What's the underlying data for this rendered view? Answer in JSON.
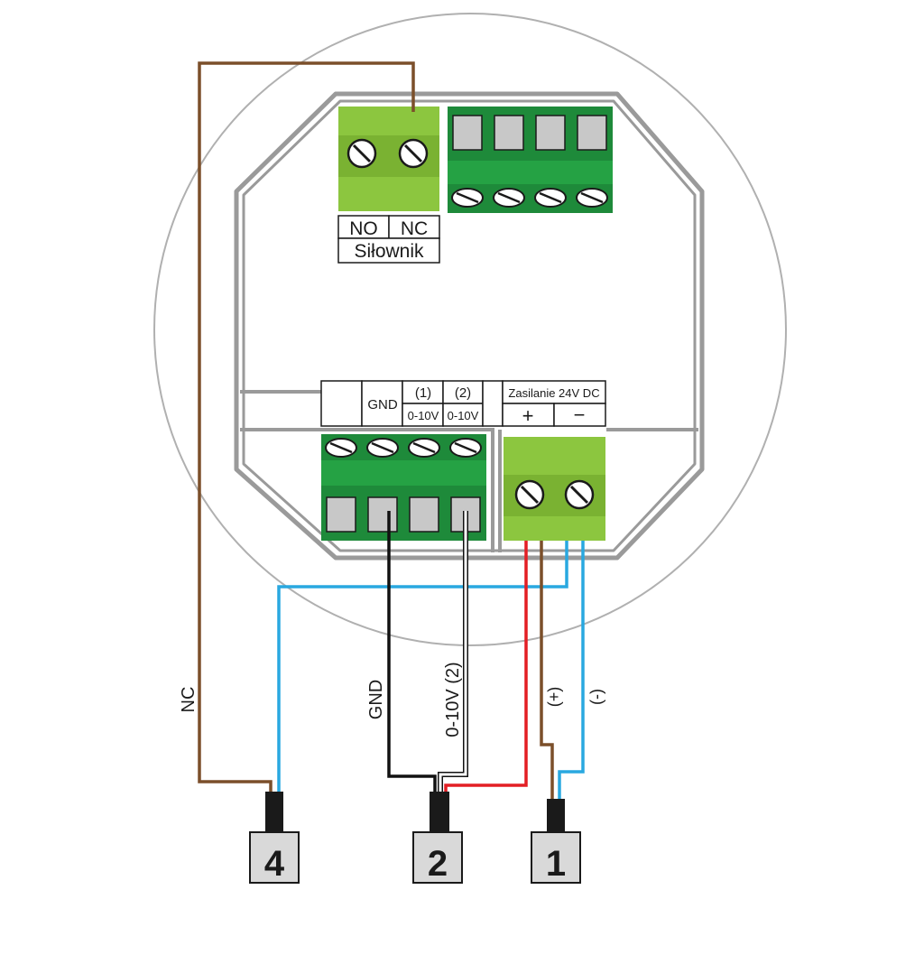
{
  "colors": {
    "dark_green": "#1e8a3a",
    "light_green": "#8cc63f",
    "wire_brown": "#7b4f2a",
    "wire_blue": "#29a8e0",
    "wire_red": "#e31e24",
    "wire_black": "#111111",
    "housing_gray": "#9a9a9a",
    "plate_circle": "#b0b0b0",
    "terminal_fill": "#c8c8c8"
  },
  "labels": {
    "actuator_no": "NO",
    "actuator_nc": "NC",
    "actuator_name": "Siłownik",
    "gnd": "GND",
    "ch1_num": "(1)",
    "ch1_volt": "0-10V",
    "ch2_num": "(2)",
    "ch2_volt": "0-10V",
    "power": "Zasilanie 24V DC",
    "plus": "+",
    "minus": "−"
  },
  "wire_labels": {
    "nc": "NC",
    "gnd": "GND",
    "signal": "0-10V (2)",
    "plus": "(+)",
    "minus": "(-)"
  },
  "connectors": {
    "c4": "4",
    "c2": "2",
    "c1": "1"
  }
}
